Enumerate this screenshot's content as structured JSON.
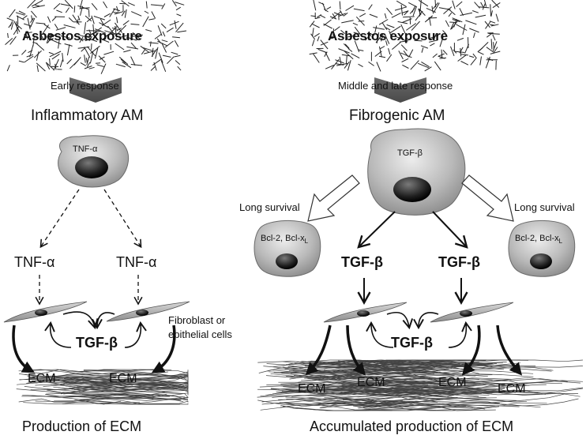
{
  "left": {
    "exposure": "Asbestos exposure",
    "response": "Early response",
    "macrophage_title": "Inflammatory AM",
    "cell_label": "TNF-α",
    "mediator_left": "TNF-α",
    "mediator_right": "TNF-α",
    "feedback": "TGF-β",
    "fibroblast_label_line1": "Fibroblast or",
    "fibroblast_label_line2": "epithelial cells",
    "ecm_left": "ECM",
    "ecm_right": "ECM",
    "caption": "Production of ECM"
  },
  "right": {
    "exposure": "Asbestos exposure",
    "response": "Middle and late response",
    "macrophage_title": "Fibrogenic AM",
    "cell_label": "TGF-β",
    "survival_left": "Long survival",
    "survival_right": "Long survival",
    "bcl_left": "Bcl-2, Bcl-x",
    "bcl_left_sub": "L",
    "bcl_right": "Bcl-2, Bcl-x",
    "bcl_right_sub": "L",
    "mediator_left": "TGF-β",
    "mediator_right": "TGF-β",
    "feedback": "TGF-β",
    "ecm_1": "ECM",
    "ecm_2": "ECM",
    "ecm_3": "ECM",
    "ecm_4": "ECM",
    "caption": "Accumulated production of ECM"
  }
}
